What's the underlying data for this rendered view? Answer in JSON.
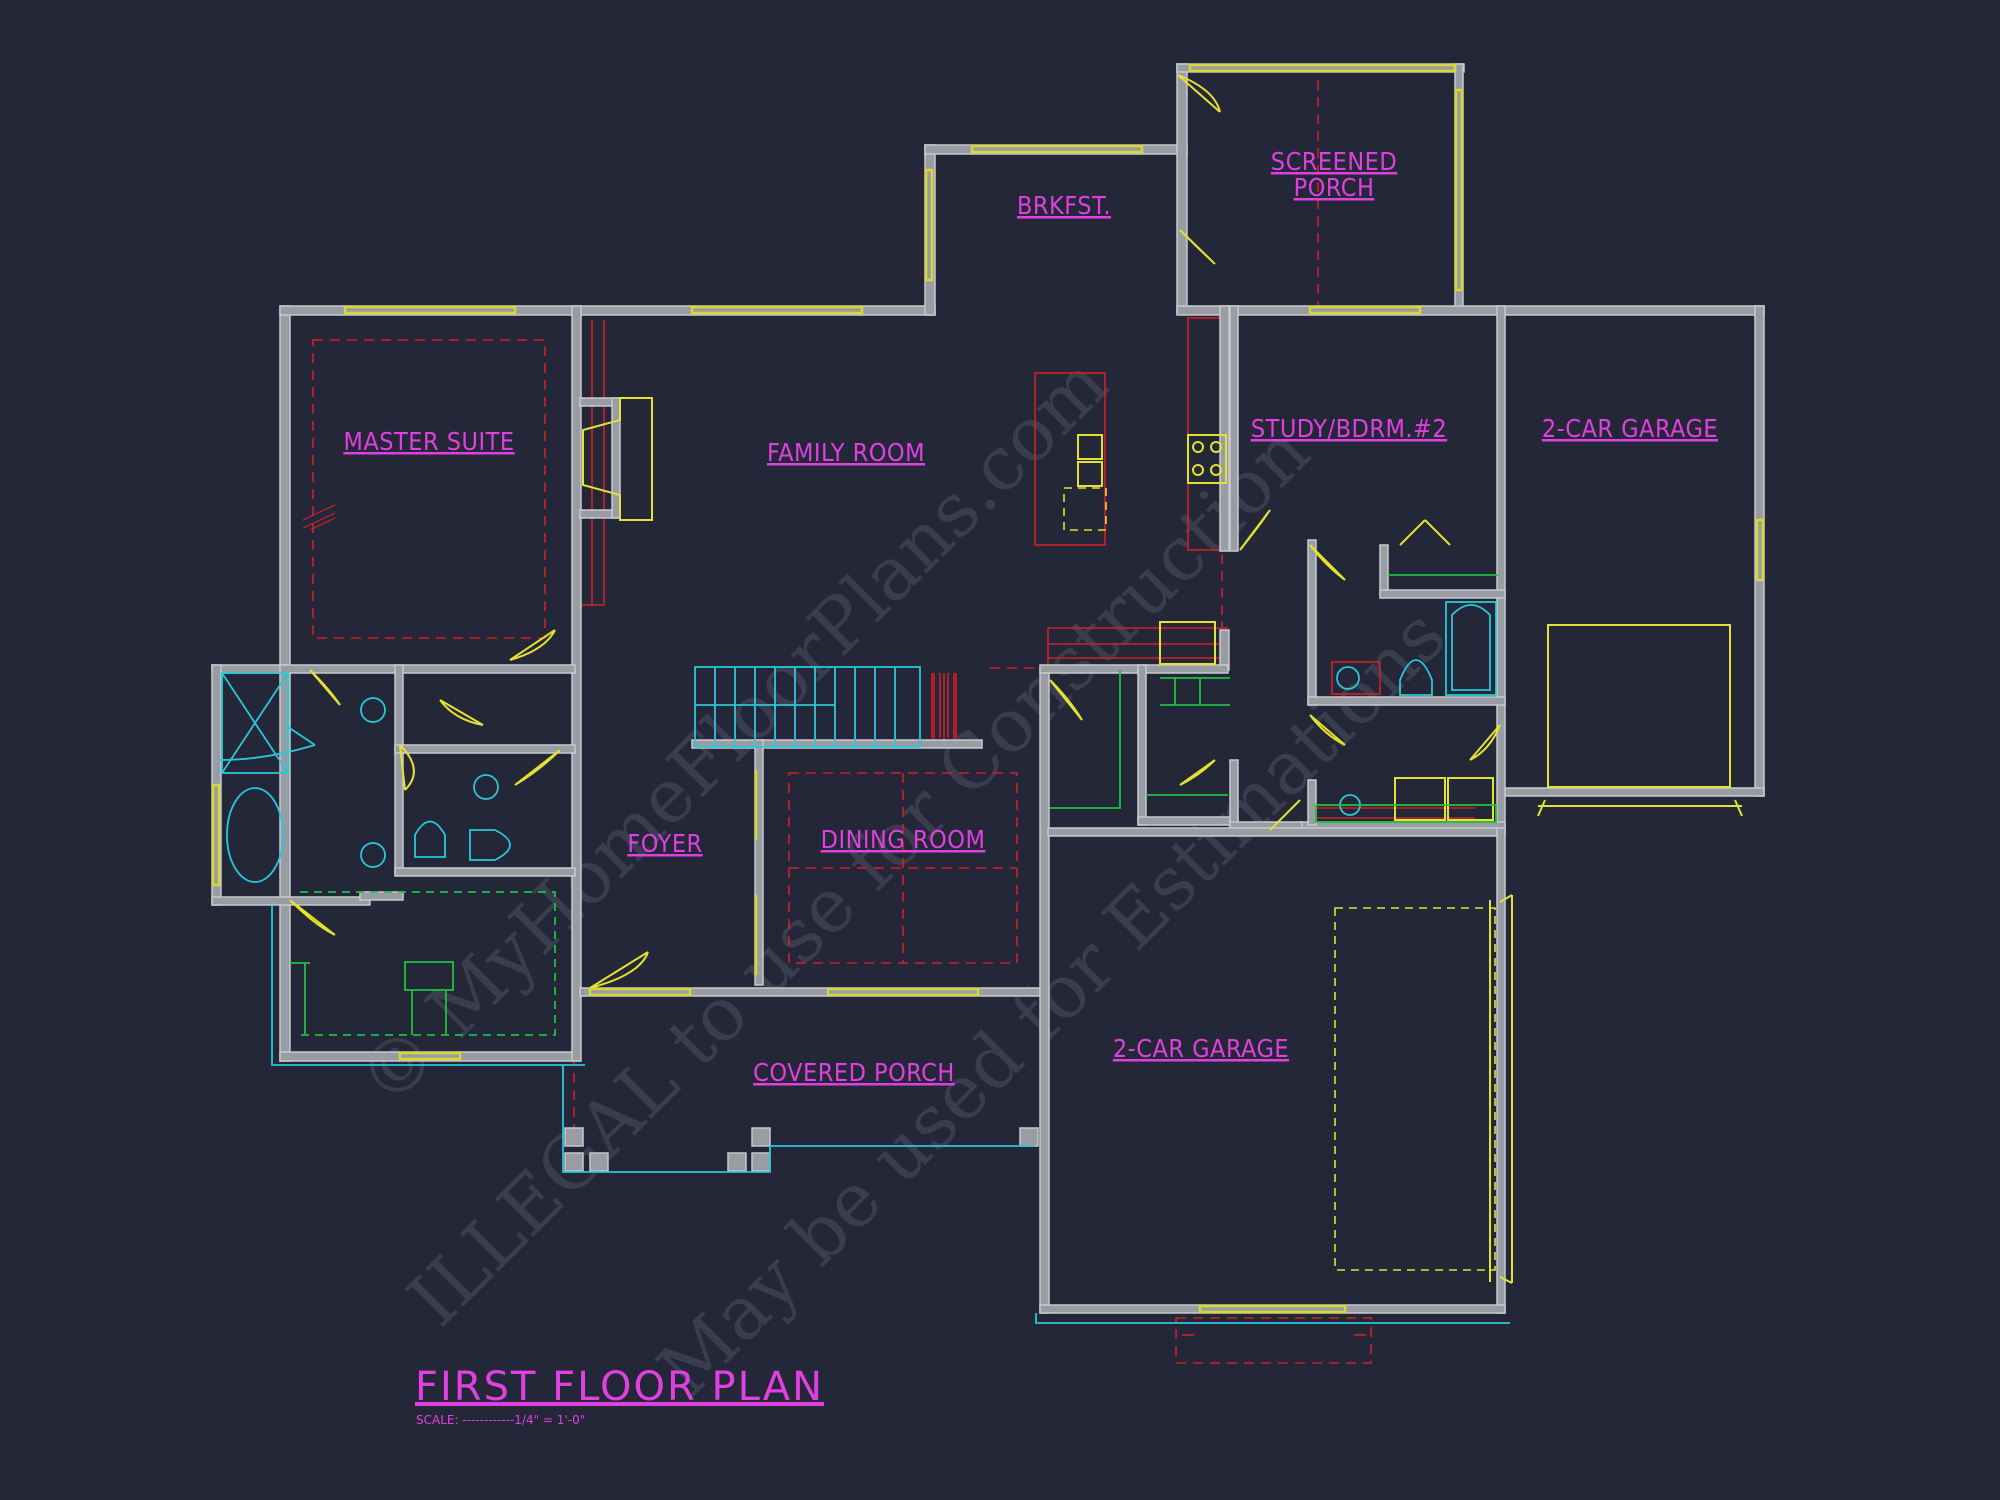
{
  "plan": {
    "rooms": {
      "master_suite": "MASTER SUITE",
      "family_room": "FAMILY ROOM",
      "brkfst": "BRKFST.",
      "screened_porch_line1": "SCREENED",
      "screened_porch_line2": "PORCH",
      "study": "STUDY/BDRM.#2",
      "garage_right": "2-CAR GARAGE",
      "foyer": "FOYER",
      "dining_room": "DINING ROOM",
      "covered_porch": "COVERED PORCH",
      "garage_bottom": "2-CAR GARAGE"
    },
    "title": "FIRST FLOOR PLAN",
    "scale": "SCALE: ------------1/4\" = 1'-0\""
  },
  "watermark": {
    "line1": "© MyHomeFloorPlans.com",
    "line2": "ILLEGAL to use for Construction",
    "line3": "May be used for Estimations"
  },
  "colors": {
    "background": "#232738",
    "walls": "#9a9ca4",
    "labels": "#e040e0",
    "windows": "#e2e232",
    "plumbing": "#28c8d8",
    "cabinets": "#20c040",
    "ceiling_lines": "#d02028"
  }
}
